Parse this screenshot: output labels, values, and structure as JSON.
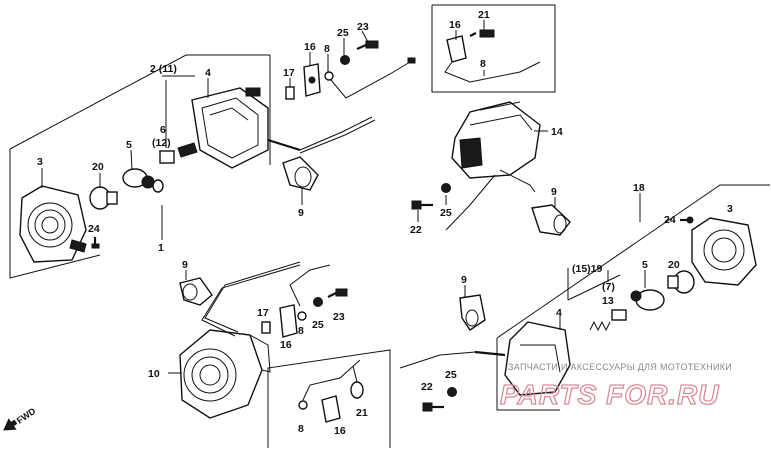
{
  "callouts": {
    "c_2_11": "2 (11)",
    "c_4a": "4",
    "c_5a": "5",
    "c_6": "6",
    "c_12": "(12)",
    "c_3a": "3",
    "c_20a": "20",
    "c_24a": "24",
    "c_1": "1",
    "c_17a": "17",
    "c_16a": "16",
    "c_8a": "8",
    "c_25a": "25",
    "c_23a": "23",
    "c_9a": "9",
    "c_16b": "16",
    "c_21a": "21",
    "c_8b": "8",
    "c_14": "14",
    "c_9b": "9",
    "c_25b": "25",
    "c_22a": "22",
    "c_18": "18",
    "c_24b": "24",
    "c_3b": "3",
    "c_15_19": "(15)19",
    "c_7": "(7)",
    "c_13": "13",
    "c_5b": "5",
    "c_20b": "20",
    "c_4b": "4",
    "c_9c": "9",
    "c_17b": "17",
    "c_8c": "8",
    "c_25c": "25",
    "c_23b": "23",
    "c_16c": "16",
    "c_10": "10",
    "c_8d": "8",
    "c_16d": "16",
    "c_21b": "21",
    "c_9d": "9",
    "c_22b": "22",
    "c_25d": "25"
  },
  "direction_marker": {
    "label": "FWD",
    "icon": "arrow-icon"
  },
  "watermark": {
    "tagline": "ЗАПЧАСТИ И АКСЕССУАРЫ ДЛЯ МОТОТЕХНИКИ",
    "brand": "PARTS FOR.RU",
    "color": "#d98c96"
  }
}
